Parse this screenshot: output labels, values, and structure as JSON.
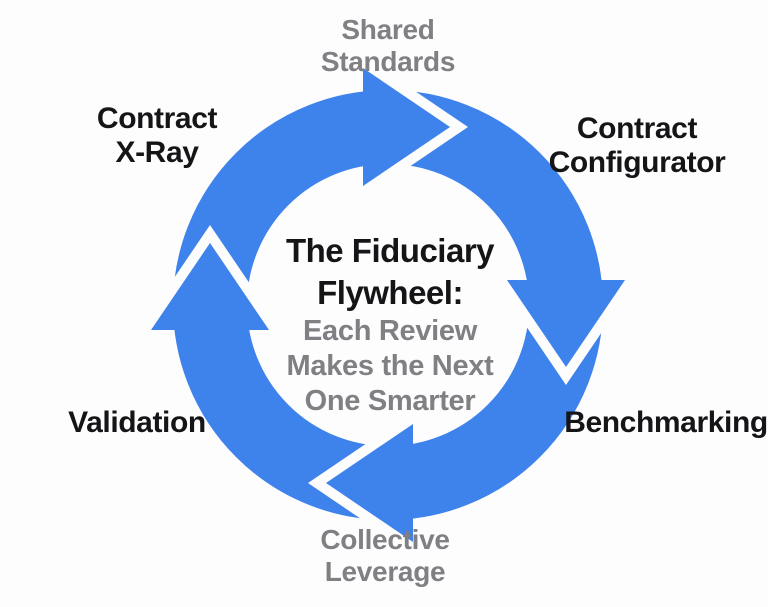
{
  "colors": {
    "ring_blue": "#3e82eb",
    "label_black": "#151518",
    "label_gray": "#7f7f84",
    "background": "#fdfdfd"
  },
  "diagram": {
    "type": "cycle",
    "flow_direction": "clockwise",
    "arrow_count": 4,
    "center": {
      "title": "The Fiduciary\nFlywheel:",
      "subtitle": "Each Review\nMakes the Next\nOne Smarter"
    },
    "nodes": {
      "top": "Shared\nStandards",
      "top_left": "Contract\nX-Ray",
      "top_right": "Contract\nConfigurator",
      "left": "Validation",
      "right": "Benchmarking",
      "bottom": "Collective\nLeverage"
    }
  }
}
